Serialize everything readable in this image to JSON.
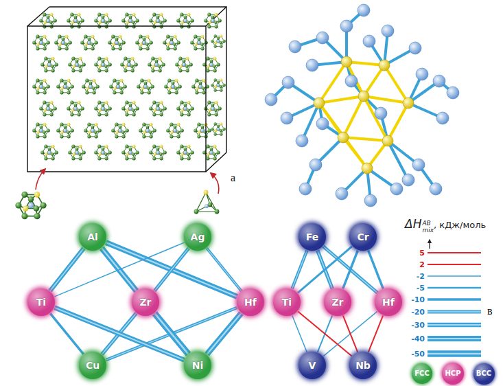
{
  "diagram": {
    "nodes": [
      {
        "text": [
          "Al"
        ]
      },
      {
        "text": [
          "Ag"
        ]
      },
      {
        "text": [
          "Fe"
        ]
      },
      {
        "text": [
          "Cr"
        ]
      },
      {
        "text": [
          "Ti"
        ]
      },
      {
        "text": [
          "Zr"
        ]
      },
      {
        "text": [
          "Hf"
        ]
      },
      {
        "text": [
          "Ti"
        ]
      },
      {
        "text": [
          "Zr"
        ]
      },
      {
        "text": [
          "Hf"
        ]
      },
      {
        "text": [
          "Cu"
        ]
      },
      {
        "text": [
          "Ni"
        ]
      },
      {
        "text": [
          "V"
        ]
      },
      {
        "text": [
          "Nb"
        ]
      }
    ],
    "edges": [
      {
        "from": 0,
        "to": 4,
        "arrow": "none"
      },
      {
        "from": 0,
        "to": 5,
        "arrow": "none"
      },
      {
        "from": 0,
        "to": 6,
        "arrow": "none"
      },
      {
        "from": 1,
        "to": 4,
        "arrow": "none"
      },
      {
        "from": 1,
        "to": 5,
        "arrow": "none"
      },
      {
        "from": 1,
        "to": 6,
        "arrow": "none"
      },
      {
        "from": 10,
        "to": 4,
        "arrow": "none"
      },
      {
        "from": 10,
        "to": 5,
        "arrow": "none"
      },
      {
        "from": 10,
        "to": 6,
        "arrow": "none"
      },
      {
        "from": 11,
        "to": 4,
        "arrow": "none"
      },
      {
        "from": 11,
        "to": 5,
        "arrow": "none"
      },
      {
        "from": 11,
        "to": 6,
        "arrow": "none"
      },
      {
        "from": 2,
        "to": 7,
        "arrow": "none"
      },
      {
        "from": 2,
        "to": 8,
        "arrow": "none"
      },
      {
        "from": 2,
        "to": 9,
        "arrow": "none"
      },
      {
        "from": 3,
        "to": 7,
        "arrow": "none"
      },
      {
        "from": 3,
        "to": 8,
        "arrow": "none"
      },
      {
        "from": 3,
        "to": 9,
        "arrow": "none"
      },
      {
        "from": 12,
        "to": 7,
        "arrow": "none"
      },
      {
        "from": 12,
        "to": 8,
        "arrow": "none"
      },
      {
        "from": 12,
        "to": 9,
        "arrow": "none"
      },
      {
        "from": 13,
        "to": 7,
        "arrow": "none"
      },
      {
        "from": 13,
        "to": 8,
        "arrow": "none"
      },
      {
        "from": 13,
        "to": 9,
        "arrow": "none"
      }
    ],
    "labels": [
      "а",
      "ΔH",
      "AB",
      "mix",
      ", кДж/моль",
      "в"
    ],
    "legend": [
      {
        "text": "5"
      },
      {
        "text": "2"
      },
      {
        "text": "-2"
      },
      {
        "text": "-5"
      },
      {
        "text": "-10"
      },
      {
        "text": "-20"
      },
      {
        "text": "-30"
      },
      {
        "text": "-40"
      },
      {
        "text": "-50"
      },
      {
        "text": "FCC",
        "color": "#2f9e3e"
      },
      {
        "text": "HCP",
        "color": "#d23a8f"
      },
      {
        "text": "BCC",
        "color": "#24318f"
      }
    ]
  }
}
